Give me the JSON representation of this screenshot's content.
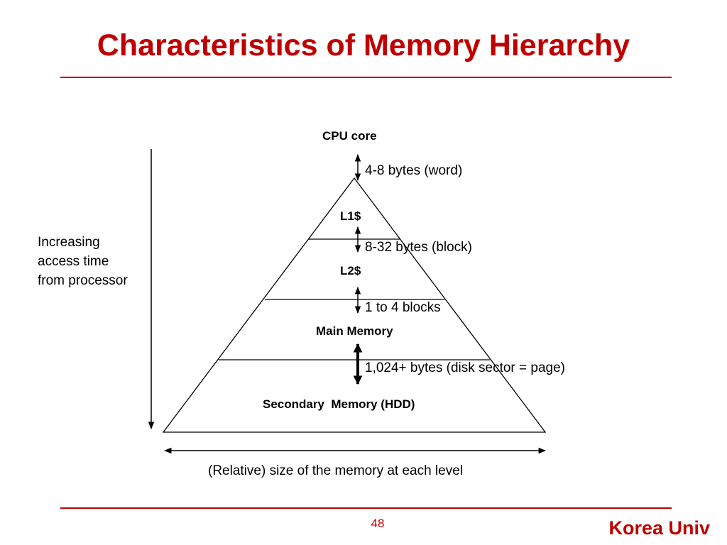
{
  "slide": {
    "title": "Characteristics of Memory Hierarchy",
    "page_number": "48",
    "brand": "Korea Univ"
  },
  "diagram": {
    "levels": {
      "cpu": "CPU core",
      "l1": "L1$",
      "l2": "L2$",
      "main": "Main Memory",
      "secondary": "Secondary  Memory (HDD)"
    },
    "transfers": {
      "cpu_l1": "4-8 bytes (word)",
      "l1_l2": "8-32 bytes (block)",
      "l2_main": "1 to 4 blocks",
      "main_secondary": "1,024+ bytes (disk sector = page)"
    },
    "access_label": "Increasing\naccess time\nfrom processor",
    "size_label": "(Relative) size of the memory at each level"
  }
}
